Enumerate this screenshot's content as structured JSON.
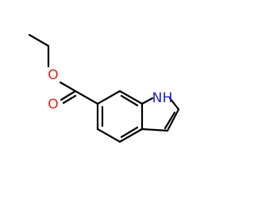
{
  "molecule": {
    "atoms": {
      "ester_ring_oxygen": "O",
      "carbonyl_oxygen": "O",
      "indole_nitrogen": "N",
      "indole_nh_hydrogen": "H"
    },
    "colors": {
      "bond": "#000000",
      "oxygen": "#e8211b",
      "nitrogen": "#1c1cd6",
      "background": "#ffffff"
    }
  }
}
